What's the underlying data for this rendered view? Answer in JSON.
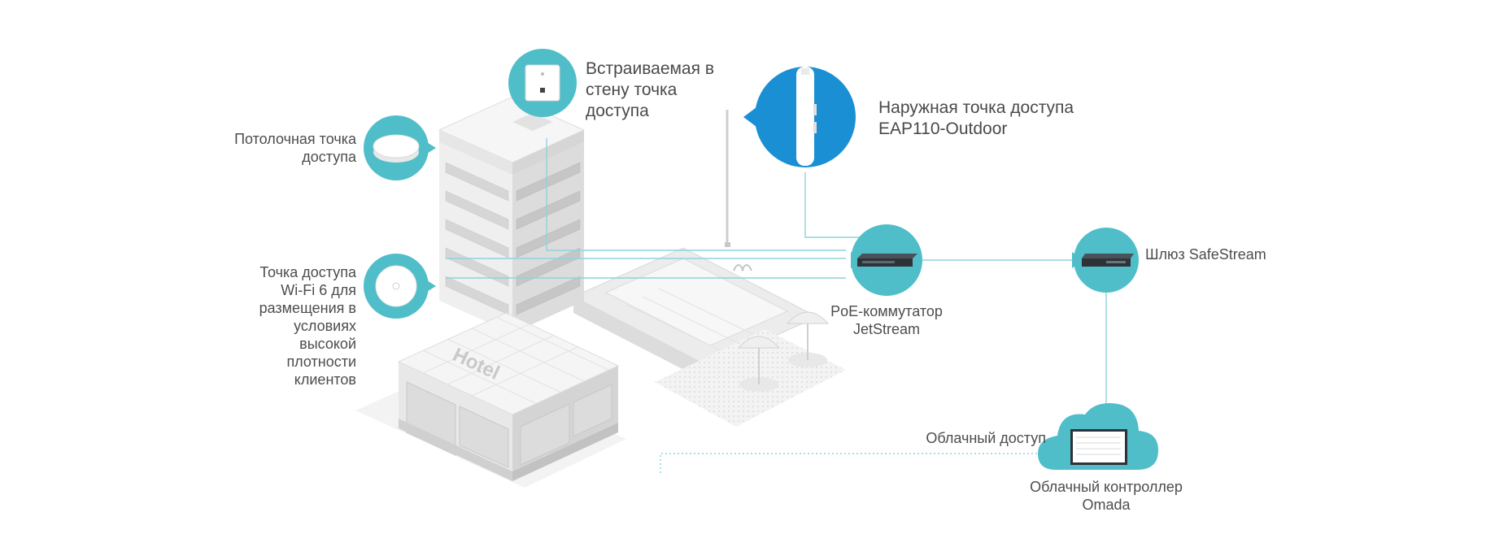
{
  "colors": {
    "teal": "#4fbec9",
    "blue": "#1a8fd3",
    "line": "#8fd3da",
    "dotted": "#8fd3da",
    "building_light": "#f4f4f4",
    "building_mid": "#e3e3e3",
    "building_dark": "#cfcfcf",
    "device_dark": "#2d3338",
    "text": "#4d4d4d"
  },
  "labels": {
    "wall_ap": [
      "Встраиваемая в",
      "стену точка",
      "доступа"
    ],
    "ceiling_ap": [
      "Потолочная точка",
      "доступа"
    ],
    "wifi6_ap": [
      "Точка доступа",
      "Wi-Fi 6 для",
      "размещения в",
      "условиях",
      "высокой",
      "плотности",
      "клиентов"
    ],
    "outdoor_ap": [
      "Наружная точка доступа",
      "EAP110-Outdoor"
    ],
    "poe_switch": [
      "PoE-коммутатор",
      "JetStream"
    ],
    "gateway": [
      "Шлюз SafeStream"
    ],
    "cloud_access": [
      "Облачный доступ"
    ],
    "cloud_controller": [
      "Облачный контроллер",
      "Omada"
    ],
    "hotel_sign": "Hotel"
  },
  "icons": {
    "wall_ap": "wall-plate-ap-icon",
    "ceiling_ap": "ceiling-ap-icon",
    "wifi6_ap": "wifi6-ap-icon",
    "outdoor_ap": "outdoor-ap-icon",
    "poe_switch": "switch-icon",
    "gateway": "gateway-router-icon",
    "cloud_controller": "cloud-monitor-icon"
  }
}
